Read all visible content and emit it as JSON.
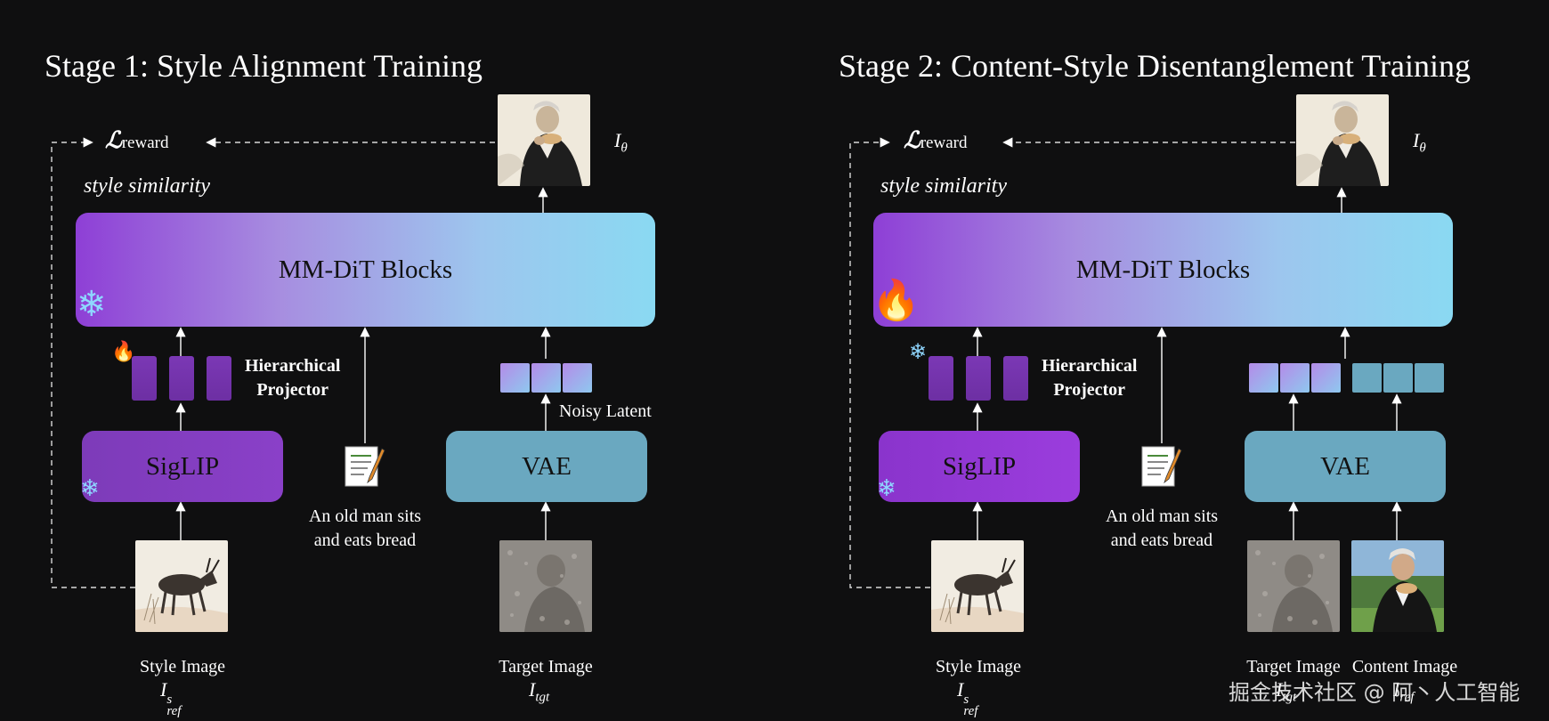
{
  "stage1": {
    "title": "Stage 1: Style Alignment Training",
    "loss_label": "ℒ",
    "loss_sub": "reward",
    "similarity": "style similarity",
    "output_symbol": "I",
    "output_sub": "θ",
    "mmdit": "MM-DiT Blocks",
    "projector_line1": "Hierarchical",
    "projector_line2": "Projector",
    "siglip": "SigLIP",
    "vae": "VAE",
    "noisy_latent": "Noisy Latent",
    "prompt_line1": "An old man sits",
    "prompt_line2": "and eats bread",
    "style_label": "Style Image",
    "style_sym": "I",
    "style_sup": "s",
    "style_sub": "ref",
    "target_label": "Target Image",
    "target_sym": "I",
    "target_sub": "tgt"
  },
  "stage2": {
    "title": "Stage 2: Content-Style Disentanglement Training",
    "loss_label": "ℒ",
    "loss_sub": "reward",
    "similarity": "style similarity",
    "output_symbol": "I",
    "output_sub": "θ",
    "mmdit": "MM-DiT Blocks",
    "projector_line1": "Hierarchical",
    "projector_line2": "Projector",
    "siglip": "SigLIP",
    "vae": "VAE",
    "prompt_line1": "An old man sits",
    "prompt_line2": "and eats bread",
    "style_label": "Style Image",
    "style_sym": "I",
    "style_sup": "s",
    "style_sub": "ref",
    "target_label": "Target Image",
    "target_sym": "I",
    "target_sub": "tgt",
    "content_label": "Content Image",
    "content_sym": "I",
    "content_sub": "ref"
  },
  "watermark": "掘金技术社区 @ 阿丶人工智能",
  "colors": {
    "background": "#0f0f10",
    "mmdit_start": "#8e3fd6",
    "mmdit_end": "#8ad9f2",
    "siglip": "#7d3bb9",
    "vae": "#6aa8c0"
  },
  "icons": {
    "frozen": "snowflake-icon",
    "trainable": "fire-icon",
    "prompt": "document-pen-icon"
  }
}
